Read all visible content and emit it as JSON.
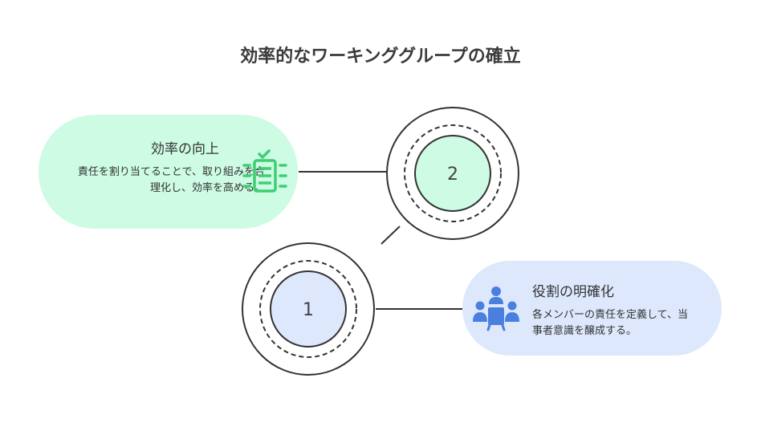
{
  "title": "効率的なワーキンググループの確立",
  "steps": [
    {
      "number": "1",
      "title": "役割の明確化",
      "description": "各メンバーの責任を定義して、当事者意識を醸成する。",
      "icon": "team-meeting-icon",
      "fill_color": "#dde8fd"
    },
    {
      "number": "2",
      "title": "効率の向上",
      "description": "責任を割り当てることで、取り組みを合理化し、効率を高める。",
      "icon": "checklist-icon",
      "fill_color": "#cdfbe4"
    }
  ],
  "colors": {
    "icon_green": "#3ecf74",
    "icon_blue": "#4a7fe0",
    "line": "#333333"
  }
}
